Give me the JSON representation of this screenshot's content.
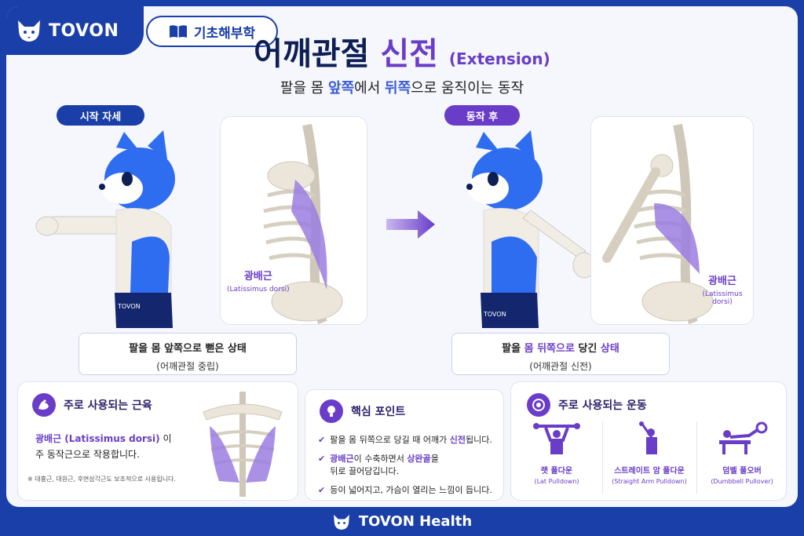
{
  "brand": {
    "name": "TOVON"
  },
  "topic": {
    "label": "기초해부학"
  },
  "title": {
    "main": "어깨관절",
    "highlight": "신전",
    "english": "(Extension)"
  },
  "subtitle": {
    "part1": "팔을 몸 ",
    "hl1": "앞쪽",
    "part2": "에서 ",
    "hl2": "뒤쪽",
    "part3": "으로 움직이는 동작"
  },
  "start": {
    "pill": "시작 자세",
    "muscle_ko": "광배근",
    "muscle_en": "(Latissimus dorsi)",
    "caption1": "팔을 몸 앞쪽으로 뻗은 상태",
    "caption2": "(어깨관절 중립)",
    "shorts_text": "TOVON"
  },
  "after": {
    "pill": "동작 후",
    "muscle_ko": "광배근",
    "muscle_en": "(Latissimus dorsi)",
    "caption_a": "팔을 ",
    "caption_b": "몸 뒤쪽으로",
    "caption_c": " 당긴 ",
    "caption_d": "상태",
    "caption2": "(어깨관절 신전)",
    "shorts_text": "TOVON"
  },
  "muscles_panel": {
    "title": "주로 사용되는 근육",
    "hl": "광배근 (Latissimus dorsi)",
    "text1": " 이",
    "text2": "주 동작근으로 작용합니다.",
    "note": "※ 대흉근, 대원근, 후면삼각근도 보조적으로 사용됩니다."
  },
  "points_panel": {
    "title": "핵심 포인트",
    "p1a": "팔을 몸 뒤쪽으로 당길 때 어깨가 ",
    "p1b": "신전",
    "p1c": "됩니다.",
    "p2a": "광배근",
    "p2b": "이 수축하면서 ",
    "p2c": "상완골",
    "p2d": "을",
    "p2e": "뒤로 끌어당깁니다.",
    "p3": "등이 넓어지고, 가슴이 열리는 느낌이 듭니다."
  },
  "exercises_panel": {
    "title": "주로 사용되는 운동",
    "items": [
      {
        "ko": "랫 풀다운",
        "en": "(Lat Pulldown)"
      },
      {
        "ko": "스트레이트 암 풀다운",
        "en": "(Straight Arm Pulldown)"
      },
      {
        "ko": "덤벨 풀오버",
        "en": "(Dumbbell Pullover)"
      }
    ]
  },
  "footer": {
    "brand": "TOVON Health"
  },
  "colors": {
    "navy": "#1a3fa8",
    "purple": "#6a3dc9",
    "muscle": "#9b7ee0"
  }
}
